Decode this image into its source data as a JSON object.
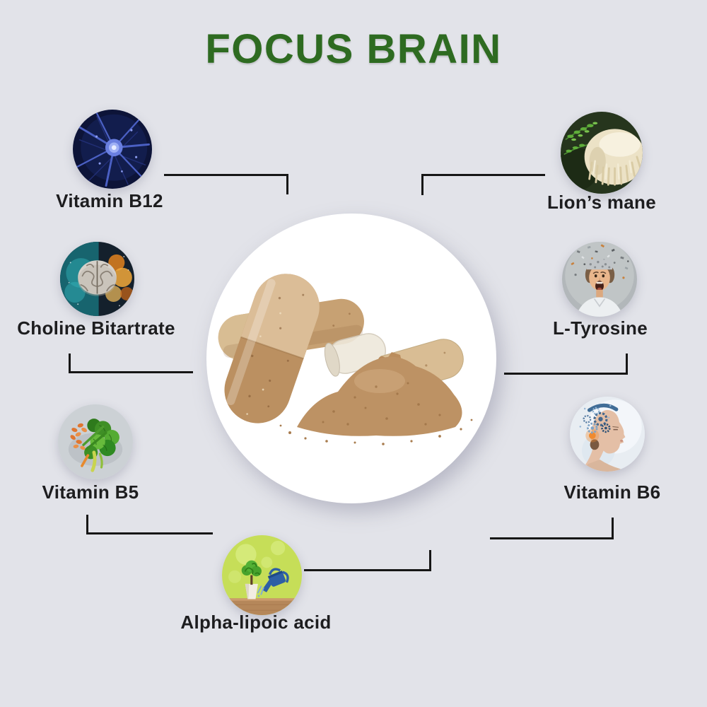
{
  "canvas": {
    "background_color": "#e2e3e9",
    "connector_color": "#161616"
  },
  "title": {
    "text": "FOCUS BRAIN",
    "color": "#2e6b21"
  },
  "center_image": {
    "description": "two brown supplement capsules with one opened capsule spilling tan powder",
    "icon": "capsules-powder-photo"
  },
  "ingredients": [
    {
      "label": "Vitamin B12",
      "icon": "neuron-photo",
      "position": "top-left"
    },
    {
      "label": "Lion’s mane",
      "icon": "lions-mane-mushroom-photo",
      "position": "top-right"
    },
    {
      "label": "Choline Bitartrate",
      "icon": "brain-hemispheres-photo",
      "position": "mid-left"
    },
    {
      "label": "L-Tyrosine",
      "icon": "exploding-head-man-photo",
      "position": "mid-right"
    },
    {
      "label": "Vitamin B5",
      "icon": "vegetable-brain-photo",
      "position": "lower-left"
    },
    {
      "label": "Vitamin B6",
      "icon": "gear-brain-woman-photo",
      "position": "lower-right"
    },
    {
      "label": "Alpha-lipoic acid",
      "icon": "brain-tree-watering-photo",
      "position": "bottom-center"
    }
  ]
}
